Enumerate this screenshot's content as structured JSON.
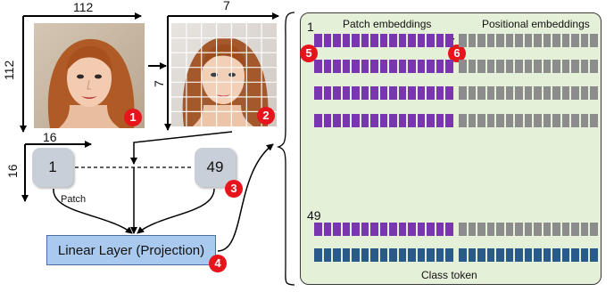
{
  "dims": {
    "image_width": "112",
    "image_height": "112",
    "grid_width": "7",
    "grid_height": "7",
    "patch_width": "16",
    "patch_height": "16"
  },
  "steps": {
    "s1": "1",
    "s2": "2",
    "s3": "3",
    "s4": "4",
    "s5": "5",
    "s6": "6"
  },
  "patches": {
    "first": "1",
    "last": "49",
    "caption": "Patch"
  },
  "linear_layer": "Linear Layer (Projection)",
  "panel": {
    "patch_embeddings_title": "Patch embeddings",
    "positional_embeddings_title": "Positional embeddings",
    "first_index": "1",
    "last_index": "49",
    "plus": "+",
    "class_token": "Class token"
  },
  "colors": {
    "patch_embedding": "#7a35b0",
    "positional_embedding": "#8c8c8c",
    "class_token": "#2a5a8a",
    "panel_bg": "#e5f0d8",
    "linear_layer": "#a9c9ee",
    "badge": "#e8141c"
  }
}
